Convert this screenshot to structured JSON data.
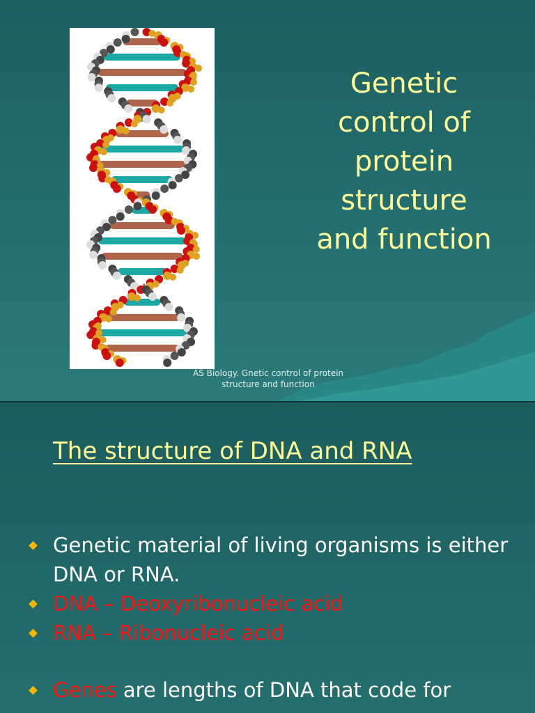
{
  "slide1": {
    "title_lines": [
      "Genetic",
      "control of",
      "protein",
      "structure",
      "and function"
    ],
    "caption": "AS Biology. Gnetic control of protein structure and function",
    "image_subject": "dna-double-helix-model"
  },
  "slide2": {
    "heading": "The structure of DNA and RNA",
    "bullets": [
      {
        "text": "Genetic material of living organisms is either DNA or RNA."
      },
      {
        "text": "DNA – Deoxyribonucleic acid"
      },
      {
        "text": "RNA – Ribonucleic acid"
      },
      {
        "highlight": "Genes",
        "text": " are lengths of DNA that code for"
      }
    ]
  },
  "colors": {
    "background": "#1d5f60",
    "title": "#ffff99",
    "emphasis": "#ff1111",
    "bullet_marker": "#f5b800"
  }
}
